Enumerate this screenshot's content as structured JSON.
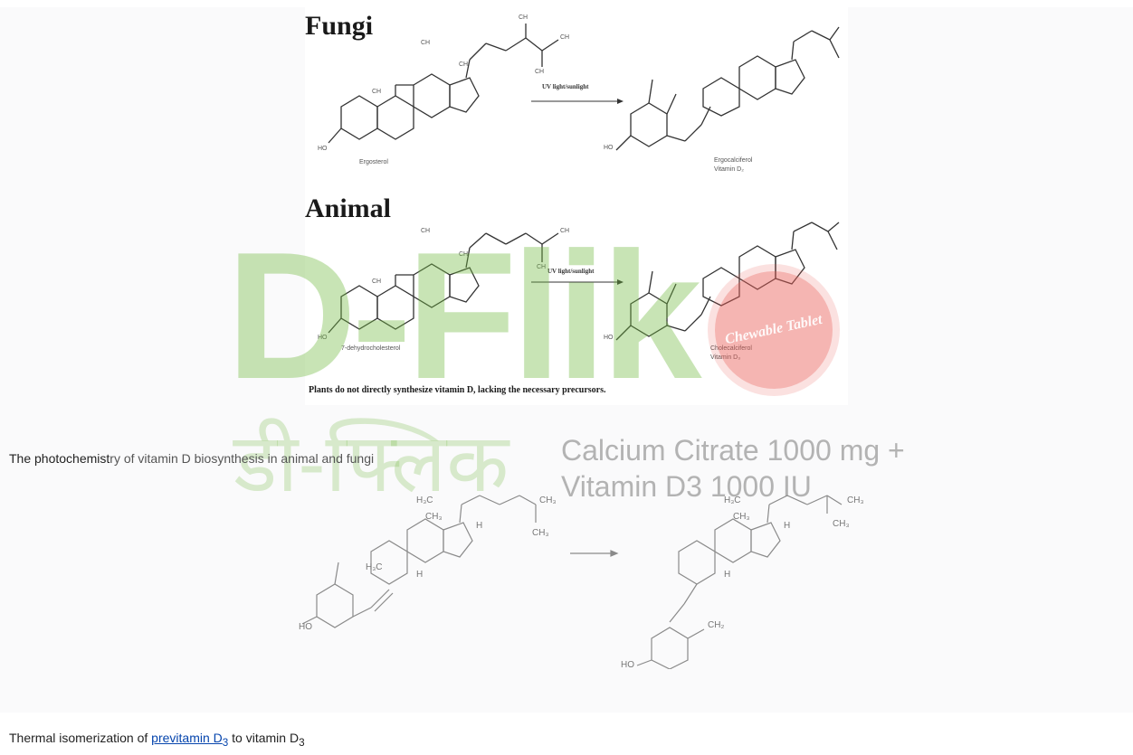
{
  "figure1": {
    "fungi_heading": "Fungi",
    "animal_heading": "Animal",
    "arrow_label_fungi": "UV light/sunlight",
    "arrow_label_animal": "UV light/sunlight",
    "ergosterol": "Ergosterol",
    "ergocalciferol": "Ergocalciferol",
    "vitamin_d2": "Vitamin D₂",
    "dehydrocholesterol": "7-dehydrocholesterol",
    "cholecalciferol": "Cholecalciferol",
    "vitamin_d3": "Vitamin D₃",
    "ho": "HO",
    "ch3": "CH",
    "note": "Plants do not directly synthesize vitamin D, lacking the necessary precursors."
  },
  "caption1": {
    "bold_part": "The photochemist",
    "rest": "ry of vitamin D biosynthesis in animal and fungi"
  },
  "figure2": {
    "h3c_left": "H₃C",
    "ch3_left": "CH₃",
    "h_left": "H",
    "ch3_a": "CH₃",
    "ch3_b": "CH₃",
    "ho": "HO",
    "ch2": "CH₂"
  },
  "caption2": {
    "prefix": "Thermal isomerization of ",
    "link": "previtamin D",
    "link_sub": "3",
    "middle": " to vitamin D",
    "sub": "3"
  },
  "watermark": {
    "brand": "D-Flik",
    "hindi": "डी-फ्लिक",
    "product_line1": "Calcium Citrate 1000 mg +",
    "product_line2": "Vitamin D3 1000 IU",
    "badge": "Chewable Tablet"
  }
}
